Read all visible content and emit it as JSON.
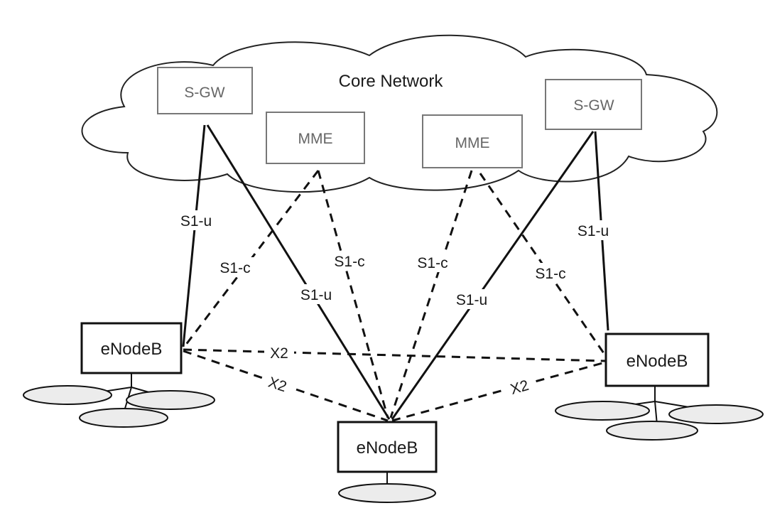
{
  "title": "Core Network",
  "core_nodes": [
    {
      "id": "sgw-left",
      "label": "S-GW"
    },
    {
      "id": "mme-left",
      "label": "MME"
    },
    {
      "id": "mme-right",
      "label": "MME"
    },
    {
      "id": "sgw-right",
      "label": "S-GW"
    }
  ],
  "enodebs": [
    {
      "id": "enb-left",
      "label": "eNodeB"
    },
    {
      "id": "enb-bottom",
      "label": "eNodeB"
    },
    {
      "id": "enb-right",
      "label": "eNodeB"
    }
  ],
  "links": [
    {
      "id": "s1u-1",
      "label": "S1-u",
      "from": "sgw-left",
      "to": "enb-left",
      "style": "solid"
    },
    {
      "id": "s1u-2",
      "label": "S1-u",
      "from": "sgw-left",
      "to": "enb-bottom",
      "style": "solid"
    },
    {
      "id": "s1c-1",
      "label": "S1-c",
      "from": "mme-left",
      "to": "enb-left",
      "style": "dashed"
    },
    {
      "id": "s1c-2",
      "label": "S1-c",
      "from": "mme-left",
      "to": "enb-bottom",
      "style": "dashed"
    },
    {
      "id": "s1c-3",
      "label": "S1-c",
      "from": "mme-right",
      "to": "enb-bottom",
      "style": "dashed"
    },
    {
      "id": "s1c-4",
      "label": "S1-c",
      "from": "mme-right",
      "to": "enb-right",
      "style": "dashed"
    },
    {
      "id": "s1u-3",
      "label": "S1-u",
      "from": "sgw-right",
      "to": "enb-bottom",
      "style": "solid"
    },
    {
      "id": "s1u-4",
      "label": "S1-u",
      "from": "sgw-right",
      "to": "enb-right",
      "style": "solid"
    },
    {
      "id": "x2-1",
      "label": "X2",
      "from": "enb-left",
      "to": "enb-right",
      "style": "dashed"
    },
    {
      "id": "x2-2",
      "label": "X2",
      "from": "enb-left",
      "to": "enb-bottom",
      "style": "dashed"
    },
    {
      "id": "x2-3",
      "label": "X2",
      "from": "enb-bottom",
      "to": "enb-right",
      "style": "dashed"
    }
  ]
}
